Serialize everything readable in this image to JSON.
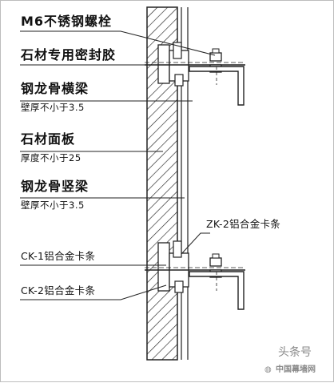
{
  "labels": {
    "bolt": "M6不锈钢螺栓",
    "sealant": "石材专用密封胶",
    "crossbeam": "钢龙骨横梁",
    "crossbeam_note": "壁厚不小于3.5",
    "panel": "石材面板",
    "panel_note": "厚度不小于25",
    "upright": "钢龙骨竖梁",
    "upright_note": "壁厚不小于3.5",
    "zk2": "ZK-2铝合金卡条",
    "ck1": "CK-1铝合金卡条",
    "ck2": "CK-2铝合金卡条"
  },
  "watermark": {
    "brand": "头条号",
    "account": "中国幕墙网"
  }
}
